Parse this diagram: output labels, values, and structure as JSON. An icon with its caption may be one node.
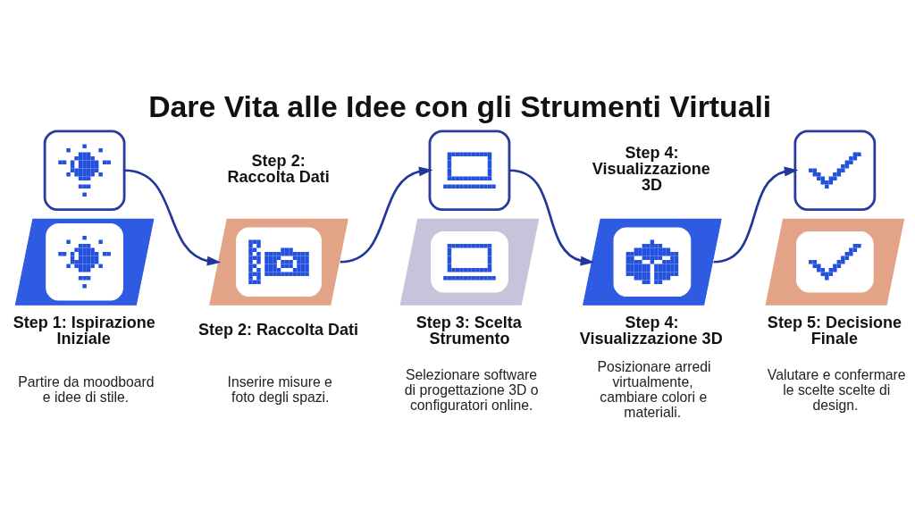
{
  "diagram": {
    "title": "Dare Vita alle Idee con gli Strumenti Virtuali",
    "nodes": [
      {
        "text": [],
        "shape": "picture"
      },
      {
        "text": [],
        "shape": "picture",
        "beside": [
          "Step 1: Ispirazione Iniziale",
          "Partire da moodboard e idee di stile."
        ]
      },
      {
        "text": [],
        "shape": "picture",
        "beside": [
          "Step 2: Raccolta Dati",
          "Step 2: Raccolta Dati",
          "Inserire misure e foto degli spazi."
        ]
      },
      {
        "text": [],
        "shape": "picture"
      },
      {
        "text": [],
        "shape": "picture",
        "beside": [
          "Step 3: Scelta Strumento",
          "Selezionare software di progettazione 3D o configuratori online."
        ]
      },
      {
        "text": [],
        "shape": "picture",
        "beside": [
          "Step 4: Visualizzazione 3D",
          "Step 4: Visualizzazione 3D",
          "Posizionare arredi virtualmente, cambiare colori e materiali."
        ]
      },
      {
        "text": [],
        "shape": "picture"
      },
      {
        "text": [],
        "shape": "picture",
        "beside": [
          "Step 5: Decisione Finale",
          "Valutare e confermare le scelte scelte di design."
        ]
      }
    ],
    "edges": [
      {
        "from": 0,
        "to": 2,
        "arrow": "to"
      },
      {
        "from": 2,
        "to": 3,
        "arrow": "to"
      },
      {
        "from": 3,
        "to": 5,
        "arrow": "to"
      },
      {
        "from": 5,
        "to": 6,
        "arrow": "to"
      }
    ]
  }
}
